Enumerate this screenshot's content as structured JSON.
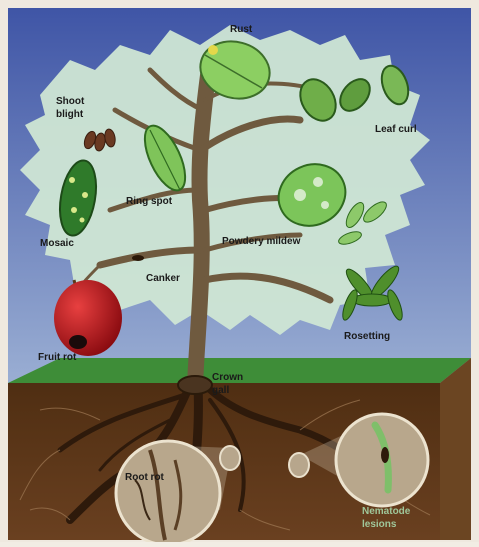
{
  "labels": {
    "rust": "Rust",
    "shoot_blight_1": "Shoot",
    "shoot_blight_2": "blight",
    "leaf_curl": "Leaf curl",
    "ring_spot": "Ring spot",
    "mosaic": "Mosaic",
    "powdery_mildew": "Powdery mildew",
    "canker": "Canker",
    "rosetting": "Rosetting",
    "fruit_rot": "Fruit rot",
    "crown_gall_1": "Crown",
    "crown_gall_2": "gall",
    "root_rot": "Root rot",
    "nematode_1": "Nematode",
    "nematode_2": "lesions"
  },
  "colors": {
    "sky_top": "#4a63b0",
    "sky_bottom": "#8aa0cc",
    "canopy": "#cfe3d6",
    "leaf": "#7bbf55",
    "grass": "#3f8f3a",
    "soil": "#5a3518",
    "soil_side": "#6b4520",
    "trunk": "#6e5a3e",
    "apple": "#c0121b",
    "label_dark": "#1a1a1a",
    "label_light": "#9fc79a"
  }
}
